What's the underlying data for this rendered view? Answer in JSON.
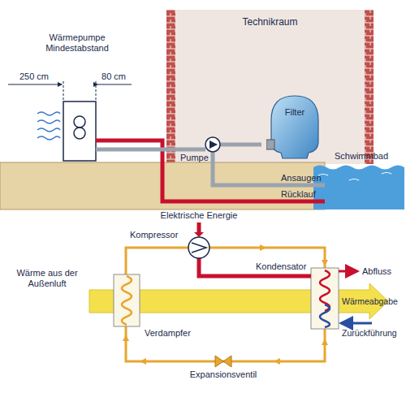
{
  "diagram": {
    "nodes": [
      {
        "text": [
          "Technikraum"
        ]
      },
      {
        "text": [
          "Filter"
        ],
        "in": 0
      }
    ],
    "labels": [
      "Wärmepumpe Mindestabstand",
      "250 cm",
      "80 cm",
      "Pumpe",
      "Schwimmbad",
      "Ansaugen",
      "Rücklauf",
      "Elektrische Energie",
      "Kompressor",
      "Kondensator",
      "Abfluss",
      "Wärme aus der Außenluft",
      "Wärmeabgabe",
      "Verdampfer",
      "Zurückführung",
      "Expansionsventil"
    ]
  }
}
